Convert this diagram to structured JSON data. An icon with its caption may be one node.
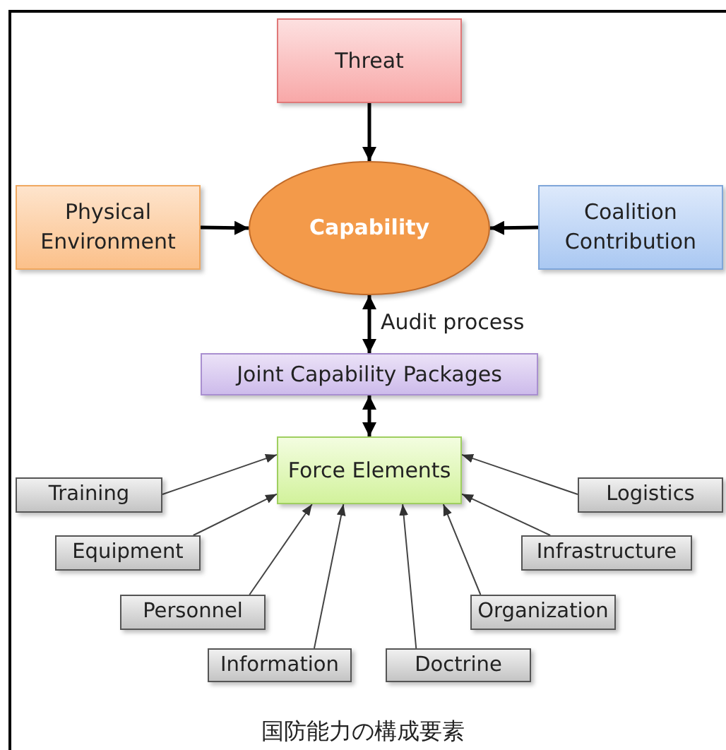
{
  "diagram": {
    "caption": "国防能力の構成要素",
    "nodes": [
      {
        "text": [
          "Threat"
        ]
      },
      {
        "text": [
          "Physical Environment"
        ]
      },
      {
        "text": [
          "Capability"
        ]
      },
      {
        "text": [
          "Coalition Contribution"
        ]
      },
      {
        "text": [
          "Joint Capability Packages"
        ]
      },
      {
        "text": [
          "Force Elements"
        ]
      },
      {
        "text": [
          "Training"
        ]
      },
      {
        "text": [
          "Equipment"
        ]
      },
      {
        "text": [
          "Personnel"
        ]
      },
      {
        "text": [
          "Information"
        ]
      },
      {
        "text": [
          "Doctrine"
        ]
      },
      {
        "text": [
          "Organization"
        ]
      },
      {
        "text": [
          "Infrastructure"
        ]
      },
      {
        "text": [
          "Logistics"
        ]
      }
    ],
    "edges": [
      {
        "from": 0,
        "to": 2,
        "arrow": "to",
        "style": "thick"
      },
      {
        "from": 1,
        "to": 2,
        "arrow": "to",
        "style": "thick"
      },
      {
        "from": 3,
        "to": 2,
        "arrow": "to",
        "style": "thick"
      },
      {
        "from": 4,
        "to": 2,
        "arrow": "both",
        "style": "thick",
        "label": "Audit process"
      },
      {
        "from": 5,
        "to": 4,
        "arrow": "both",
        "style": "thick"
      },
      {
        "from": 6,
        "to": 5,
        "arrow": "to"
      },
      {
        "from": 7,
        "to": 5,
        "arrow": "to"
      },
      {
        "from": 8,
        "to": 5,
        "arrow": "to"
      },
      {
        "from": 9,
        "to": 5,
        "arrow": "to"
      },
      {
        "from": 10,
        "to": 5,
        "arrow": "to"
      },
      {
        "from": 11,
        "to": 5,
        "arrow": "to"
      },
      {
        "from": 12,
        "to": 5,
        "arrow": "to"
      },
      {
        "from": 13,
        "to": 5,
        "arrow": "to"
      }
    ]
  }
}
